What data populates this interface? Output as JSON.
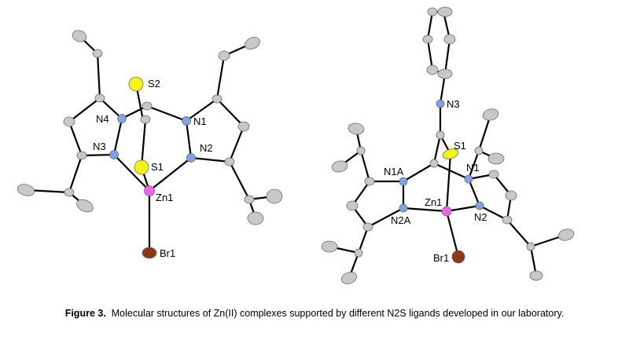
{
  "caption": {
    "label": "Figure 3.",
    "text": "Molecular structures of Zn(II) complexes supported by different N2S ligands developed in our laboratory."
  },
  "colors": {
    "carbon": "#c8c8c8",
    "nitrogen": "#7fa2e8",
    "sulfur": "#f3f314",
    "zinc": "#ef63ef",
    "bromine": "#8b3a12",
    "bond": "#000000"
  },
  "left_structure": {
    "atom_labels": {
      "s2": "S2",
      "n4": "N4",
      "n1": "N1",
      "n3": "N3",
      "n2": "N2",
      "s1": "S1",
      "zn1": "Zn1",
      "br1": "Br1"
    }
  },
  "right_structure": {
    "atom_labels": {
      "n3": "N3",
      "s1": "S1",
      "n1a": "N1A",
      "n1": "N1",
      "zn1": "Zn1",
      "n2a": "N2A",
      "n2": "N2",
      "br1": "Br1"
    }
  }
}
